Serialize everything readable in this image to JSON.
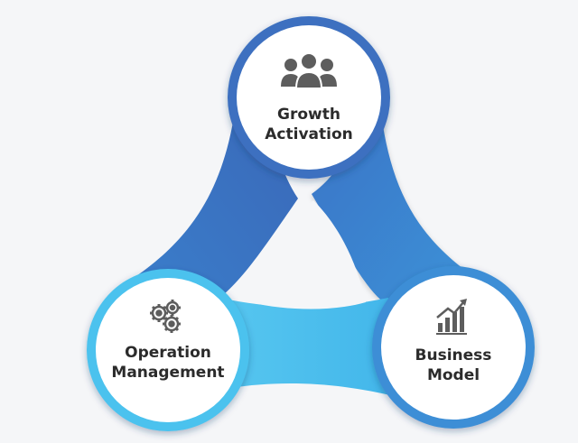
{
  "colors": {
    "background": "#f5f6f8",
    "top_node_ring": "#3d6fc0",
    "right_node_ring": "#3c8ed6",
    "left_node_ring": "#4cc2ee",
    "node_fill": "#ffffff",
    "icon": "#5d5d5d",
    "label": "#2b2b2b"
  },
  "nodes": {
    "top": {
      "icon": "people-group-icon",
      "label_line1": "Growth",
      "label_line2": "Activation"
    },
    "right": {
      "icon": "bar-chart-growth-icon",
      "label_line1": "Business",
      "label_line2": "Model"
    },
    "left": {
      "icon": "gears-icon",
      "label_line1": "Operation",
      "label_line2": "Management"
    }
  }
}
